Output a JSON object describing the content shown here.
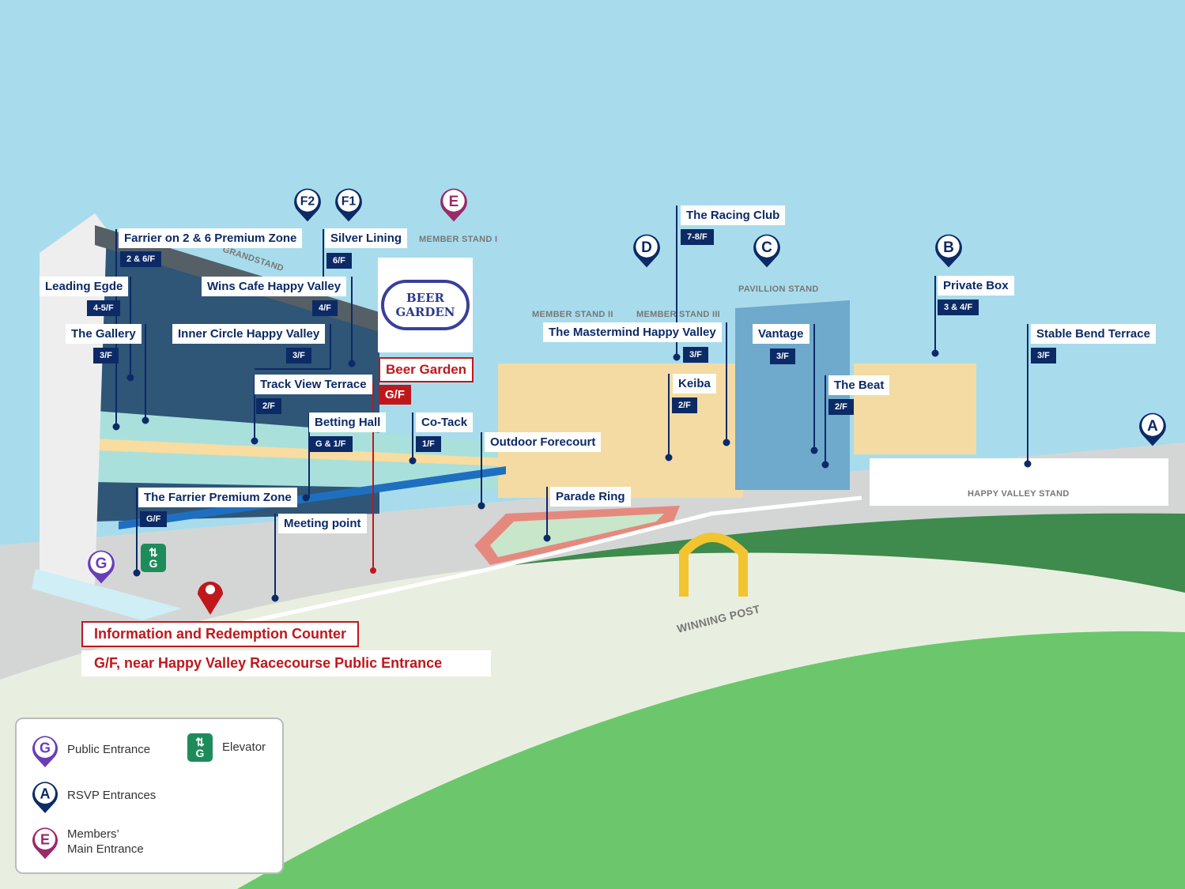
{
  "buildings": {
    "grandstand": "GRANDSTAND",
    "member_stand_1": "MEMBER STAND I",
    "member_stand_2": "MEMBER STAND II",
    "member_stand_3": "MEMBER STAND III",
    "pavillion_stand": "PAVILLION STAND",
    "happy_valley_stand": "HAPPY VALLEY STAND",
    "winning_post": "WINNING POST"
  },
  "pins": {
    "F2": "F2",
    "F1": "F1",
    "E": "E",
    "D": "D",
    "C": "C",
    "B": "B",
    "A": "A",
    "G": "G"
  },
  "venues": [
    {
      "name": "Farrier on 2 & 6 Premium Zone",
      "floor": "2 & 6/F"
    },
    {
      "name": "Silver Lining",
      "floor": "6/F"
    },
    {
      "name": "Leading Egde",
      "floor": "4-5/F"
    },
    {
      "name": "Wins Cafe Happy Valley",
      "floor": "4/F"
    },
    {
      "name": "The Gallery",
      "floor": "3/F"
    },
    {
      "name": "Inner Circle Happy Valley",
      "floor": "3/F"
    },
    {
      "name": "Track View Terrace",
      "floor": "2/F"
    },
    {
      "name": "Beer Garden",
      "floor": "G/F"
    },
    {
      "name": "Betting Hall",
      "floor": "G & 1/F"
    },
    {
      "name": "Co-Tack",
      "floor": "1/F"
    },
    {
      "name": "Outdoor Forecourt"
    },
    {
      "name": "The Farrier Premium Zone",
      "floor": "G/F"
    },
    {
      "name": "Meeting point"
    },
    {
      "name": "Parade Ring"
    },
    {
      "name": "The Racing Club",
      "floor": "7-8/F"
    },
    {
      "name": "The Mastermind Happy Valley",
      "floor": "3/F"
    },
    {
      "name": "Vantage",
      "floor": "3/F"
    },
    {
      "name": "Keiba",
      "floor": "2/F"
    },
    {
      "name": "The Beat",
      "floor": "2/F"
    },
    {
      "name": "Private Box",
      "floor": "3 & 4/F"
    },
    {
      "name": "Stable Bend Terrace",
      "floor": "3/F"
    }
  ],
  "beer_logo": "BEER GARDEN",
  "elevator_glyph": "G",
  "info": {
    "title": "Information and Redemption Counter",
    "subtitle": "G/F, near Happy Valley Racecourse Public Entrance"
  },
  "legend": {
    "public": "Public Entrance",
    "elevator": "Elevator",
    "rsvp": "RSVP Entrances",
    "members": "Members’\nMain Entrance"
  },
  "colors": {
    "navy": "#0c2a66",
    "red": "#c0171c",
    "purple": "#6a3db8",
    "magenta": "#9a2a6a",
    "sky": "#a8dcec",
    "grass": "#6cc76c"
  }
}
